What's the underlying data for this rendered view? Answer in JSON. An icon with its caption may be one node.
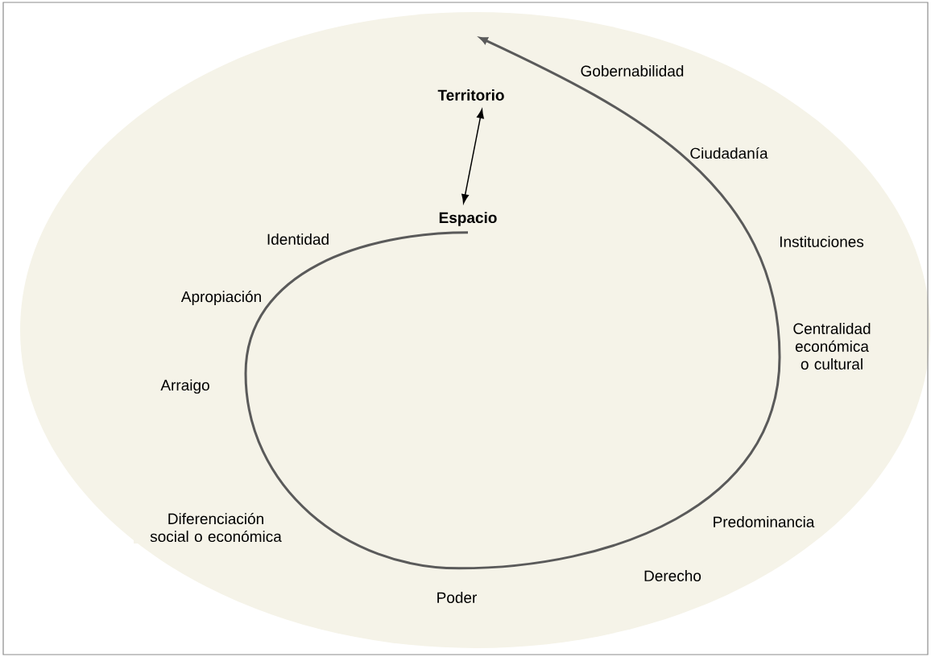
{
  "diagram": {
    "nodes": [
      {
        "text": [
          "Territorio"
        ]
      },
      {
        "text": [
          "Espacio"
        ]
      }
    ],
    "edges": [
      {
        "from": 0,
        "to": 1,
        "arrow": "both"
      },
      {
        "from": 1,
        "to": null,
        "arrow": "to"
      }
    ],
    "labels": [
      "Gobernabilidad",
      "Ciudadanía",
      "Identidad",
      "Instituciones",
      "Apropiación",
      "Centralidad económica o cultural",
      "Arraigo",
      "Diferenciación social o económica",
      "Predominancia",
      "Derecho",
      "Poder"
    ]
  }
}
